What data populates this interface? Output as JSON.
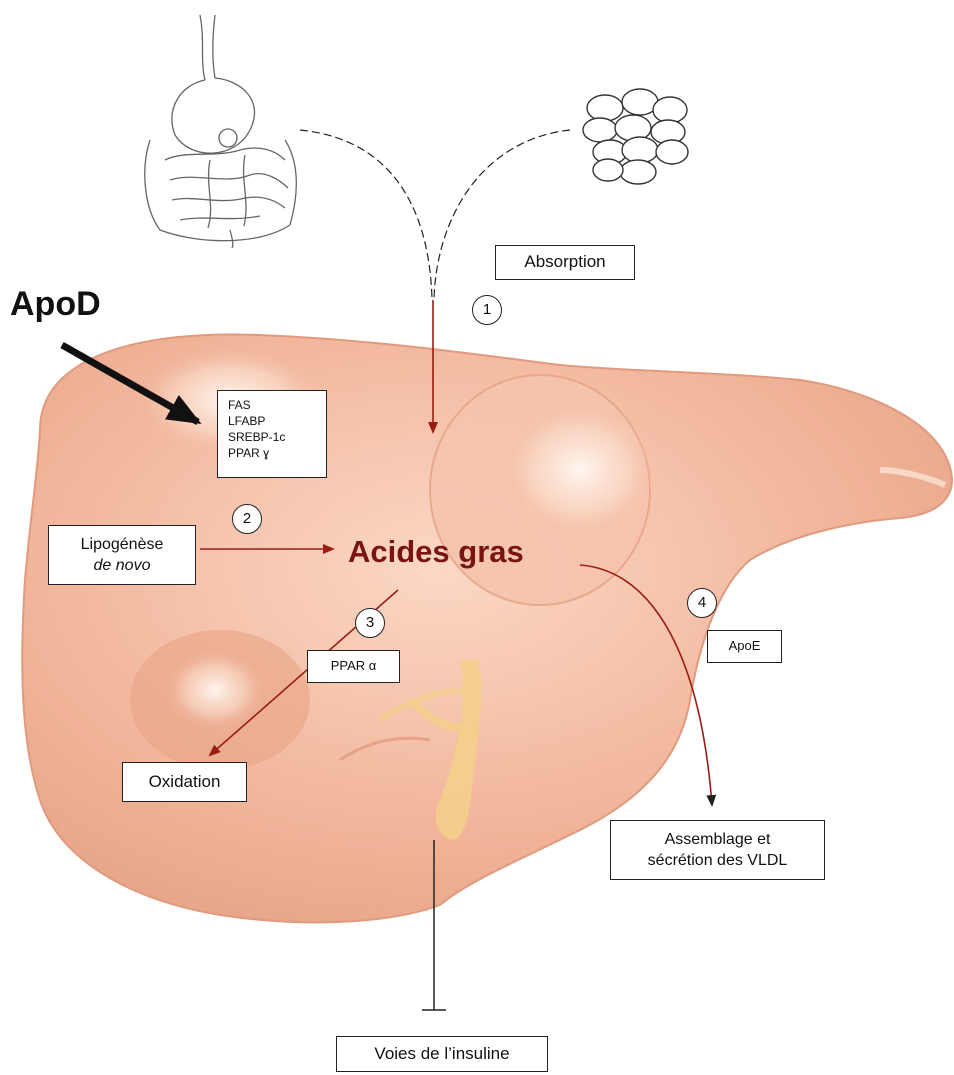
{
  "title": "ApoD",
  "center_label": "Acides gras",
  "steps": [
    "1",
    "2",
    "3",
    "4"
  ],
  "boxes": {
    "absorption": "Absorption",
    "markers": [
      "FAS",
      "LFABP",
      "SREBP-1c",
      "PPAR ɣ"
    ],
    "lipogenese_line1": "Lipogénèse",
    "lipogenese_line2": "de novo",
    "ppar_alpha": "PPAR α",
    "apoe": "ApoE",
    "oxidation": "Oxidation",
    "vldl_line1": "Assemblage et",
    "vldl_line2": "sécrétion des VLDL",
    "insuline": "Voies de l’insuline"
  },
  "colors": {
    "liver": "#f2b79d",
    "liver_dark": "#d98f73",
    "liver_light": "#fde9dc",
    "arrow_red": "#9b1c12",
    "text": "#111111"
  },
  "icons": [
    "digestive-system-icon",
    "adipose-cells-icon",
    "liver-illustration"
  ]
}
